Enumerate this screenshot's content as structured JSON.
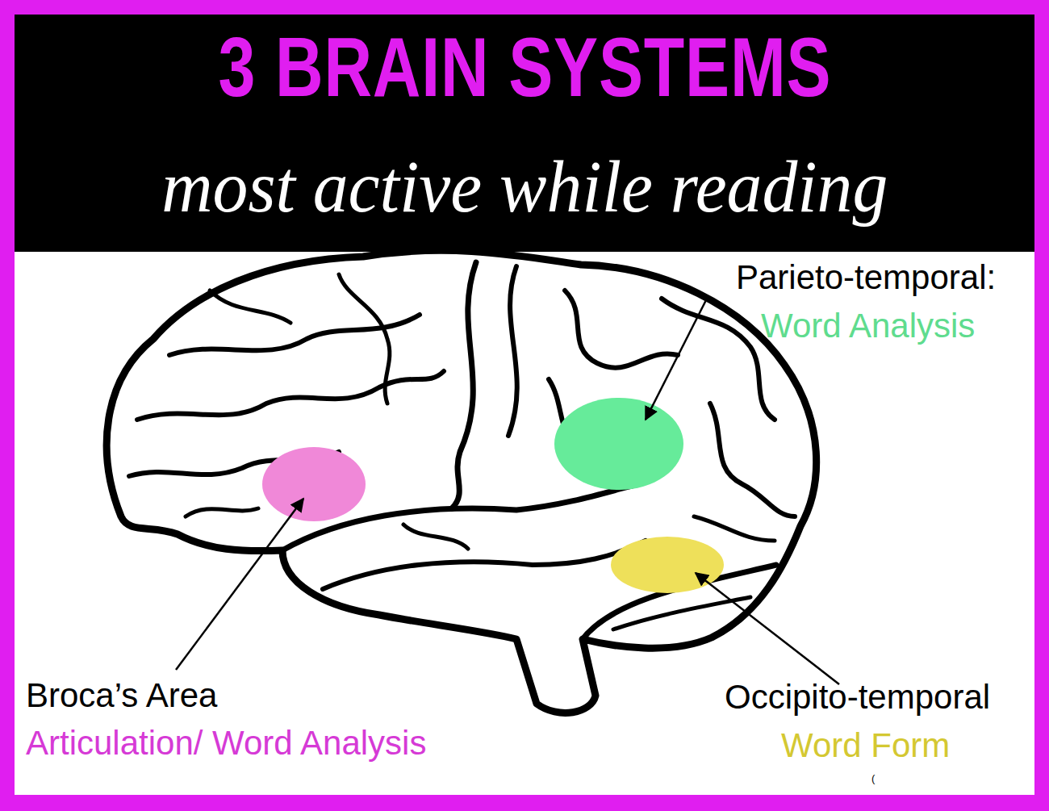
{
  "diagram": {
    "title": "3 BRAIN SYSTEMS",
    "labels": [
      "most active while reading",
      "Parieto-temporal:",
      "Word Analysis",
      "Broca’s Area",
      "Articulation/ Word Analysis",
      "Occipito-temporal",
      "Word Form",
      "("
    ]
  }
}
